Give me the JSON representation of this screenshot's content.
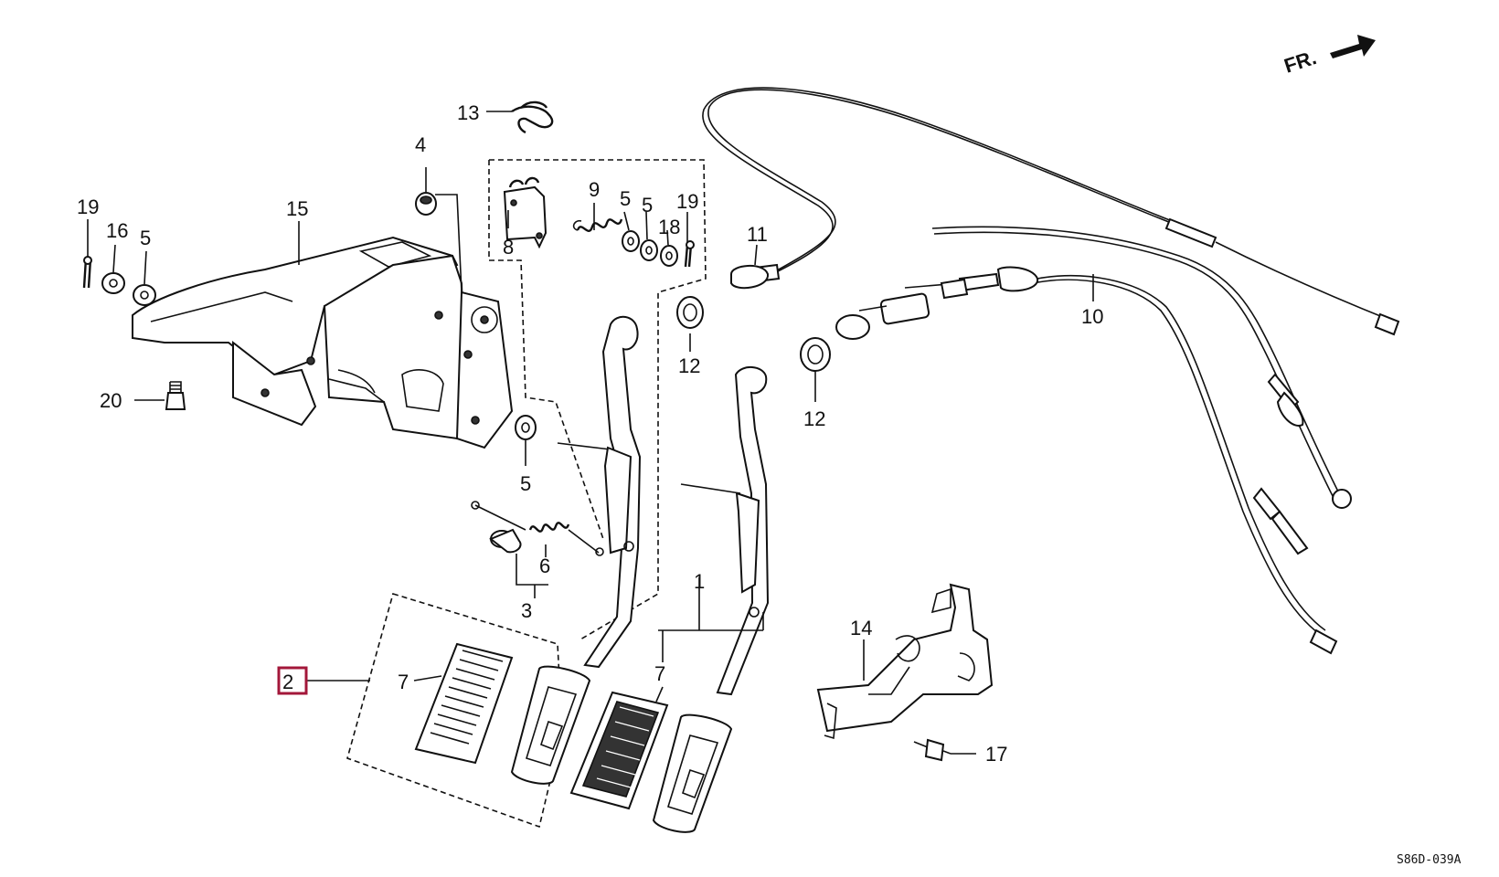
{
  "direction_label": "FR.",
  "drawing_code": "S86D-039A",
  "callouts": {
    "c1": "1",
    "c2": "2",
    "c3": "3",
    "c4": "4",
    "c5a": "5",
    "c5b": "5",
    "c5c": "5",
    "c5d": "5",
    "c6": "6",
    "c7a": "7",
    "c7b": "7",
    "c8": "8",
    "c9": "9",
    "c10": "10",
    "c11": "11",
    "c12a": "12",
    "c12b": "12",
    "c13": "13",
    "c14": "14",
    "c15": "15",
    "c16": "16",
    "c17": "17",
    "c18": "18",
    "c19a": "19",
    "c19b": "19",
    "c20": "20"
  },
  "highlight_color": "#a3173a"
}
